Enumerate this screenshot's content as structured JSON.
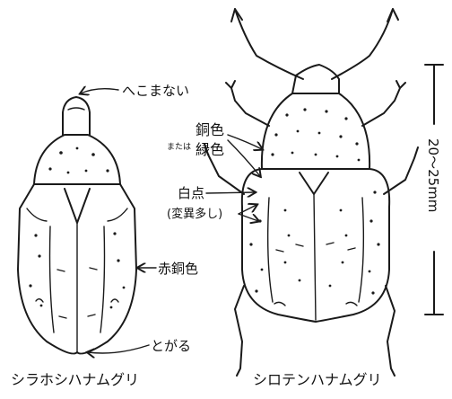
{
  "left_beetle": {
    "name": "シラホシハナムグリ",
    "notes": {
      "head": "へこまない",
      "body": "赤銅色",
      "tail": "とがる"
    }
  },
  "right_beetle": {
    "name": "シロテンハナムグリ",
    "notes": {
      "color_a": "銅色",
      "or": "または",
      "color_b": "緑色",
      "spots": "白点",
      "spots_note": "(変異多し)"
    }
  },
  "size": "20〜25mm"
}
